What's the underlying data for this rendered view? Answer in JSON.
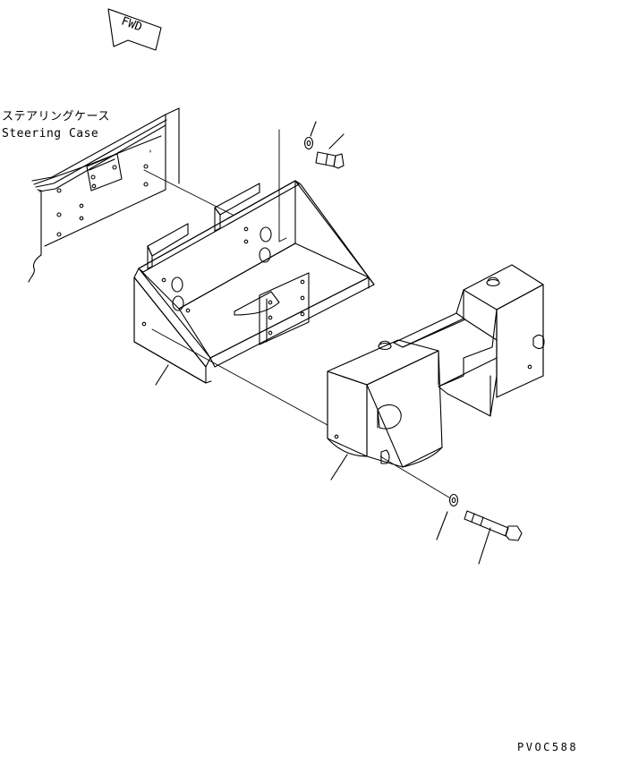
{
  "fwd_arrow": {
    "text": "FWD",
    "icon": "fwd-arrow-icon"
  },
  "callout": {
    "label_jp": "ステアリングケース",
    "label_en": "Steering Case"
  },
  "figure_code": "PVOC588"
}
